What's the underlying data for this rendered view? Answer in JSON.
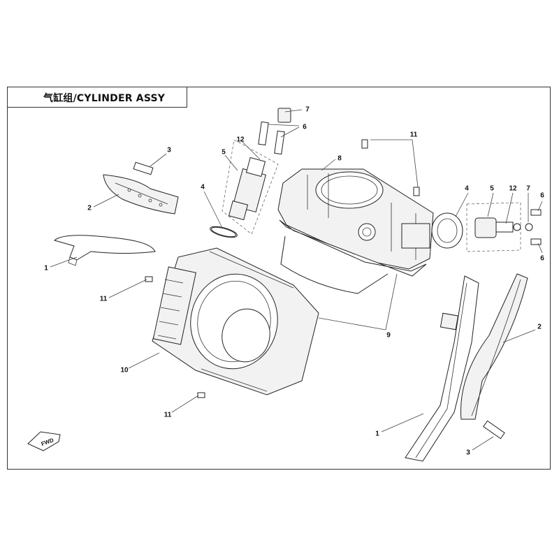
{
  "title": "气缸组/CYLINDER ASSY",
  "direction_marker": "FWD",
  "callouts": {
    "c7_top": "7",
    "c6_top": "6",
    "c12_left": "12",
    "c5_left": "5",
    "c3_left": "3",
    "c2_left": "2",
    "c4_left": "4",
    "c8": "8",
    "c11_top": "11",
    "c1_left": "1",
    "c11_mid": "11",
    "c10": "10",
    "c11_bot": "11",
    "c9": "9",
    "c4_right": "4",
    "c5_right": "5",
    "c12_right": "12",
    "c7_right": "7",
    "c6_right_top": "6",
    "c6_right_bot": "6",
    "c2_right": "2",
    "c1_right": "1",
    "c3_right": "3"
  }
}
